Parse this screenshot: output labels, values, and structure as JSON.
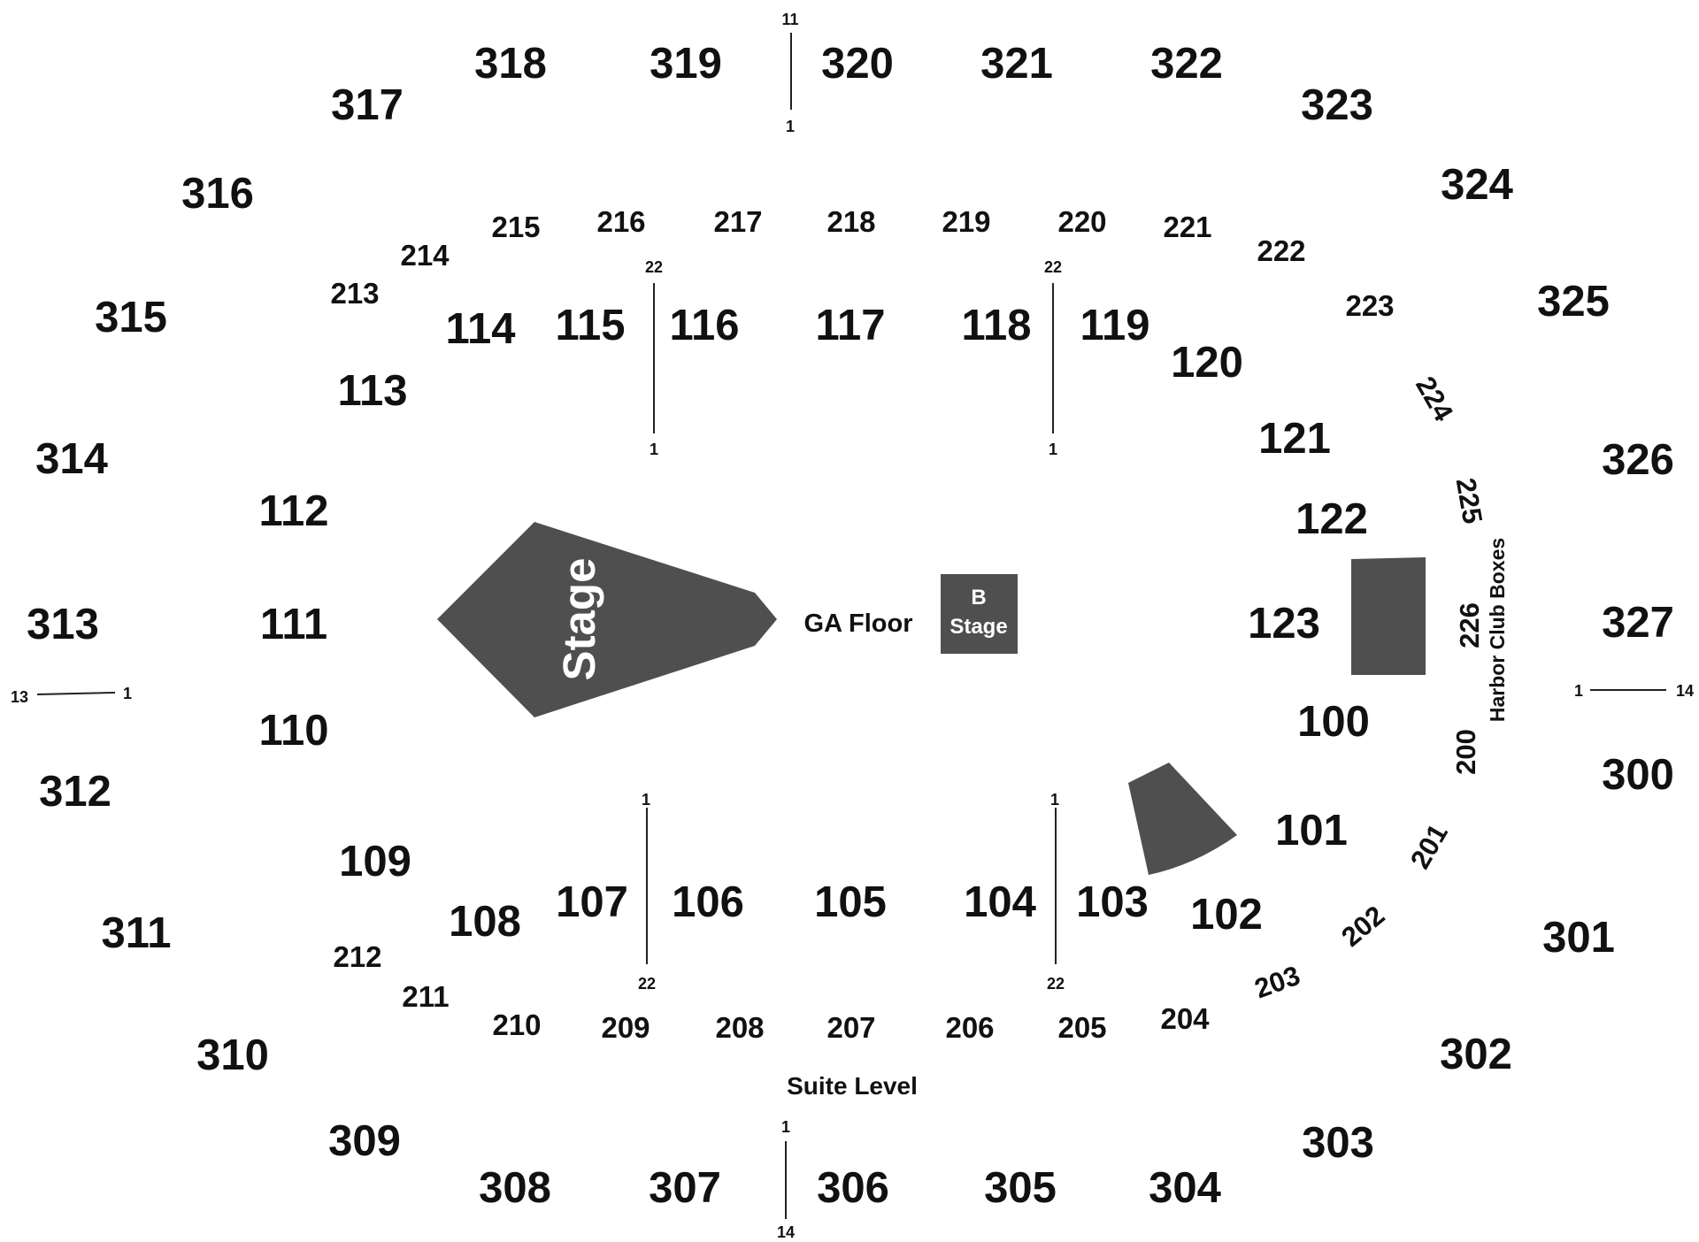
{
  "map": {
    "stage_label": "Stage",
    "b_stage_label_1": "B",
    "b_stage_label_2": "Stage",
    "ga_floor_label": "GA Floor",
    "suite_level_label": "Suite Level",
    "harbor_club_label": "Harbor Club Boxes",
    "shape_color": "#4f4f4f",
    "sections_100": [
      "100",
      "101",
      "102",
      "103",
      "104",
      "105",
      "106",
      "107",
      "108",
      "109",
      "110",
      "111",
      "112",
      "113",
      "114",
      "115",
      "116",
      "117",
      "118",
      "119",
      "120",
      "121",
      "122",
      "123"
    ],
    "sections_200": [
      "200",
      "201",
      "202",
      "203",
      "204",
      "205",
      "206",
      "207",
      "208",
      "209",
      "210",
      "211",
      "212",
      "213",
      "214",
      "215",
      "216",
      "217",
      "218",
      "219",
      "220",
      "221",
      "222",
      "223",
      "224",
      "225",
      "226"
    ],
    "sections_300": [
      "300",
      "301",
      "302",
      "303",
      "304",
      "305",
      "306",
      "307",
      "308",
      "309",
      "310",
      "311",
      "312",
      "313",
      "314",
      "315",
      "316",
      "317",
      "318",
      "319",
      "320",
      "321",
      "322",
      "323",
      "324",
      "325",
      "326",
      "327"
    ],
    "row_markers": {
      "top_upper_start": "11",
      "top_upper_end": "1",
      "left_upper_start": "13",
      "left_upper_end": "1",
      "right_upper_start": "1",
      "right_upper_end": "14",
      "bottom_upper_start": "1",
      "bottom_upper_end": "14",
      "lower_top_left_start": "22",
      "lower_top_left_end": "1",
      "lower_top_right_start": "22",
      "lower_top_right_end": "1",
      "lower_bottom_left_start": "1",
      "lower_bottom_left_end": "22",
      "lower_bottom_right_start": "1",
      "lower_bottom_right_end": "22"
    }
  }
}
